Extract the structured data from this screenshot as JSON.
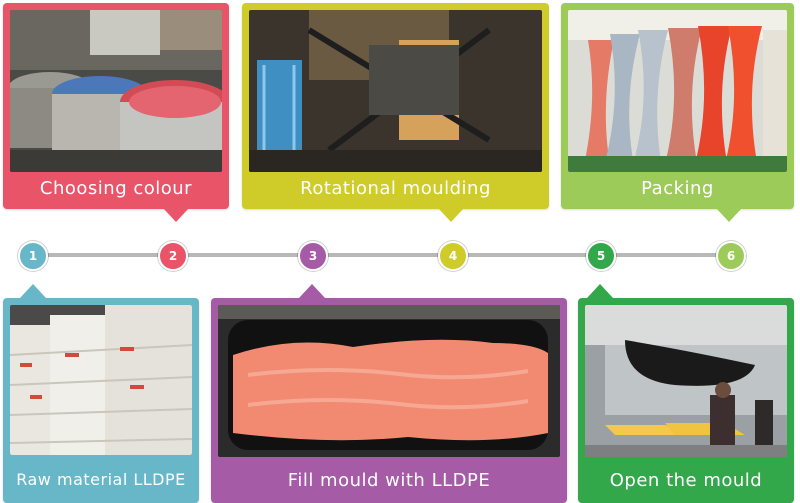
{
  "steps": [
    {
      "number": "1",
      "label": "Raw material LLDPE",
      "color": "#67b7c9",
      "photo": "white-bags-photo"
    },
    {
      "number": "2",
      "label": "Choosing colour",
      "color": "#ea5469",
      "photo": "colour-drums-photo"
    },
    {
      "number": "3",
      "label": "Fill mould with LLDPE",
      "color": "#a55ba6",
      "photo": "mould-fill-photo"
    },
    {
      "number": "4",
      "label": "Rotational moulding",
      "color": "#cfcc2a",
      "photo": "rotomoulding-machine-photo"
    },
    {
      "number": "5",
      "label": "Open the mould",
      "color": "#32a84a",
      "photo": "open-mould-photo"
    },
    {
      "number": "6",
      "label": "Packing",
      "color": "#9ccb5a",
      "photo": "packed-slides-photo"
    }
  ],
  "timeline_color": "#b8b8b8"
}
